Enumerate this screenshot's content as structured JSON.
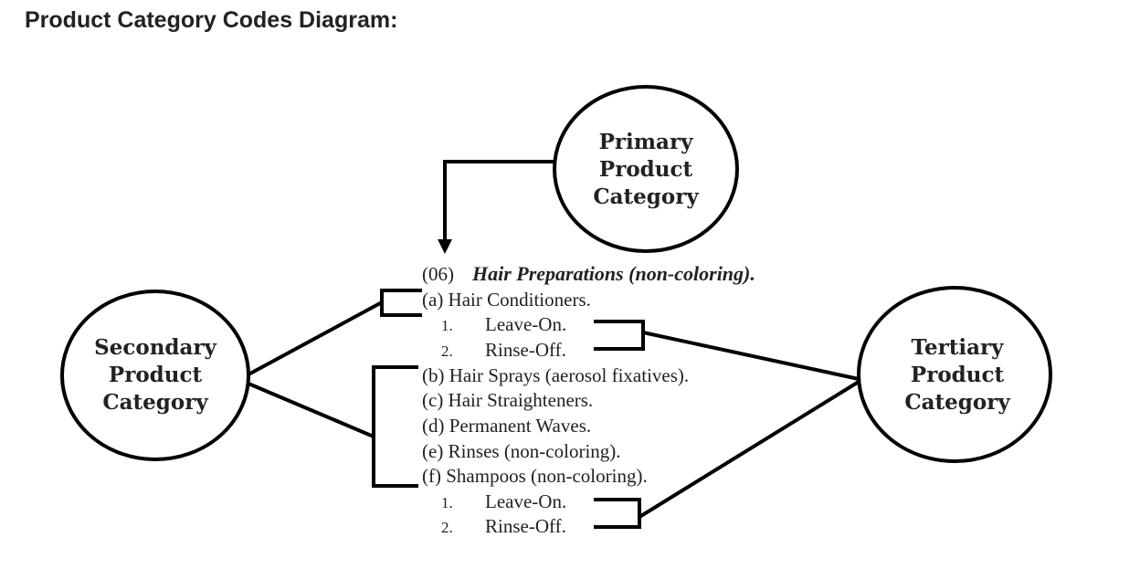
{
  "title": "Product Category Codes Diagram:",
  "nodes": {
    "primary": [
      "Primary",
      "Product",
      "Category"
    ],
    "secondary": [
      "Secondary",
      "Product",
      "Category"
    ],
    "tertiary": [
      "Tertiary",
      "Product",
      "Category"
    ]
  },
  "list": {
    "code": "(06)",
    "heading": "Hair Preparations (non-coloring).",
    "items": [
      "(a) Hair Conditioners.",
      "(b) Hair Sprays (aerosol fixatives).",
      "(c) Hair Straighteners.",
      "(d) Permanent Waves.",
      "(e) Rinses (non-coloring).",
      "(f) Shampoos (non-coloring)."
    ],
    "sub_a": [
      {
        "num": "1.",
        "label": "Leave-On."
      },
      {
        "num": "2.",
        "label": "Rinse-Off."
      }
    ],
    "sub_f": [
      {
        "num": "1.",
        "label": "Leave-On."
      },
      {
        "num": "2.",
        "label": "Rinse-Off."
      }
    ]
  }
}
